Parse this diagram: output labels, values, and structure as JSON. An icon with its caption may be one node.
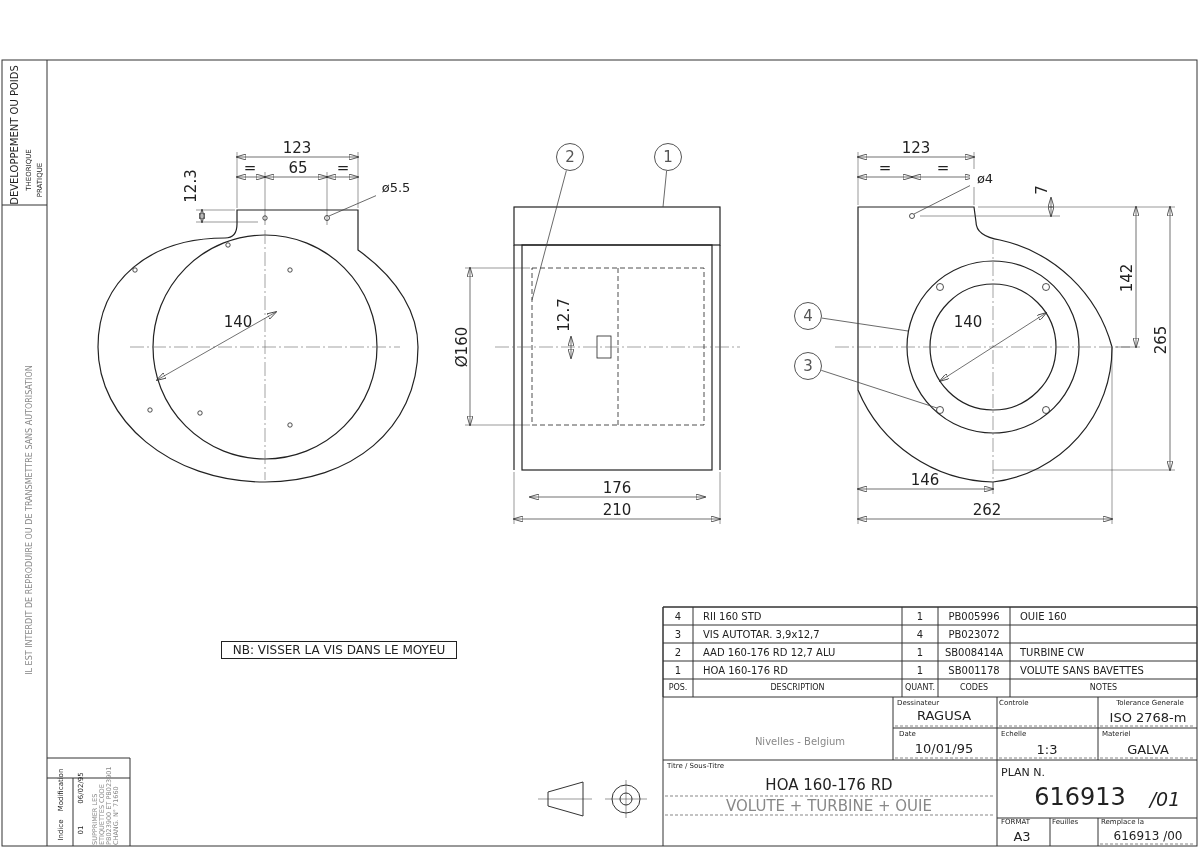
{
  "diagram": {
    "nodes": [
      {
        "text": [
          "2"
        ]
      },
      {
        "text": [
          "1"
        ]
      },
      {
        "text": [
          "ø5.5"
        ]
      },
      {
        "text": [
          "ø4"
        ]
      },
      {
        "text": [
          "4"
        ]
      },
      {
        "text": [
          "3"
        ]
      },
      {
        "text": [
          "NB: VISSER LA VIS DANS LE MOYEU"
        ]
      },
      {
        "text": [],
        "shape": "box"
      },
      {
        "text": [],
        "shape": "box"
      },
      {
        "text": [],
        "shape": "circle"
      },
      {
        "text": [],
        "shape": "circle"
      },
      {
        "text": [],
        "shape": "circle"
      },
      {
        "text": [],
        "shape": "circle",
        "in": 11
      }
    ],
    "edges": [
      {
        "from": 0,
        "to": 8,
        "arrow": "none"
      },
      {
        "from": 1,
        "to": 7,
        "arrow": "none"
      },
      {
        "from": 2,
        "to": 9,
        "arrow": "none"
      },
      {
        "from": 3,
        "to": 10,
        "arrow": "none"
      },
      {
        "from": 4,
        "to": 11,
        "arrow": "none"
      },
      {
        "from": 5,
        "to": 12,
        "arrow": "none"
      }
    ],
    "labels": [
      "DEVELOPPEMENT OU POIDS",
      "THEORIQUE",
      "PRATIQUE",
      "IL EST INTERDIT DE REPRODUIRE OU DE TRANSMETTRE SANS AUTORISATION",
      "Indice",
      "Modification",
      "01",
      "06/02/95",
      "SUPPRIMER LES ETIQUETTES CODE PB023900 ET PB023901 CHANG. N° 71660",
      "123",
      "=",
      "65",
      "=",
      "12.3",
      "140",
      "12.7",
      "Ø160",
      "176",
      "210",
      "123",
      "=",
      "=",
      "7",
      "142",
      "265",
      "140",
      "146",
      "262",
      "4",
      "RII 160 STD",
      "1",
      "PB005996",
      "OUIE 160",
      "3",
      "VIS AUTOTAR. 3,9x12,7",
      "4",
      "PB023072",
      "2",
      "AAD 160-176 RD 12,7 ALU",
      "1",
      "SB008414A",
      "TURBINE CW",
      "1",
      "HOA 160-176 RD",
      "1",
      "SB001178",
      "VOLUTE SANS BAVETTES",
      "POS.",
      "DESCRIPTION",
      "QUANT.",
      "CODES",
      "NOTES",
      "Nivelles - Belgium",
      "Dessinateur",
      "RAGUSA",
      "Controle",
      "Tolerance Generale",
      "ISO 2768-m",
      "Date",
      "10/01/95",
      "Echelle",
      "1:3",
      "Materiel",
      "GALVA",
      "Titre / Sous-Titre",
      "HOA 160-176 RD",
      "VOLUTE + TURBINE + OUIE",
      "PLAN N.",
      "616913",
      "/01",
      "FORMAT",
      "A3",
      "Feuilles",
      "Remplace la",
      "616913 /00"
    ]
  }
}
